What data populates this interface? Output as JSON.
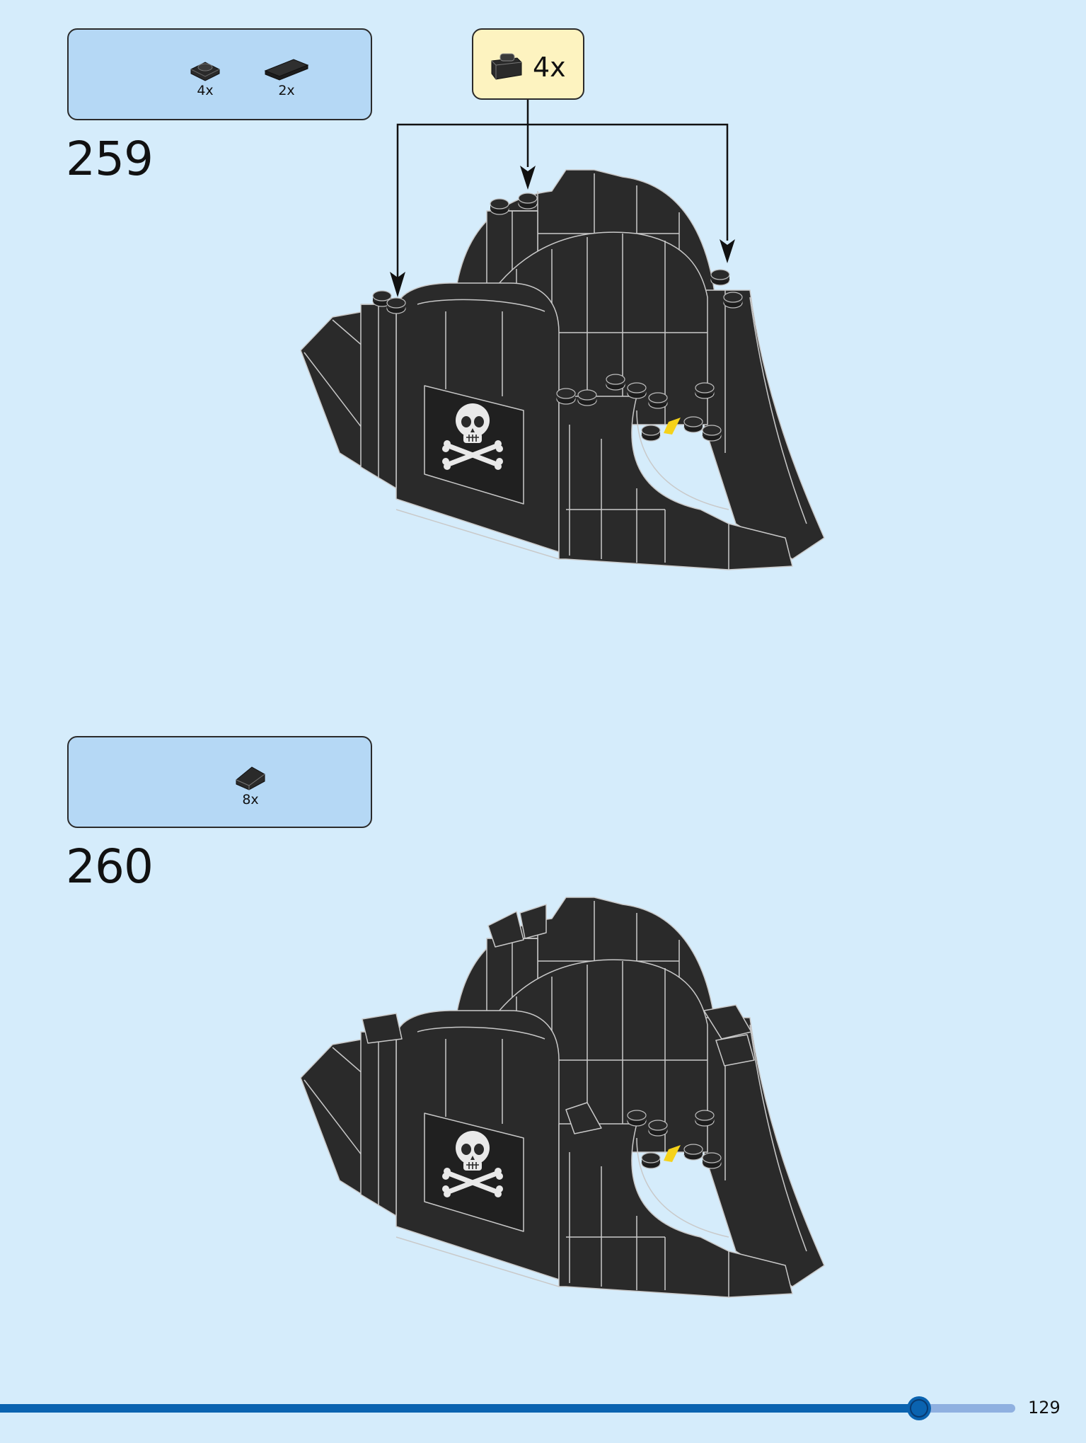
{
  "page": {
    "number": "129",
    "background": "#d5ecfb",
    "progress_fraction": 0.905
  },
  "steps": [
    {
      "number": "259",
      "parts": [
        {
          "icon": "round-plate-1x1-icon",
          "qty": "4x"
        },
        {
          "icon": "tile-1x2-icon",
          "qty": "2x"
        }
      ],
      "callout": {
        "icon": "plate-1x1-icon",
        "qty": "4x"
      }
    },
    {
      "number": "260",
      "parts": [
        {
          "icon": "slope-1x1-icon",
          "qty": "8x"
        }
      ]
    }
  ],
  "colors": {
    "part_box": "#b5d8f5",
    "callout_box": "#fdf3c0",
    "brick_black": "#2a2a2a",
    "progress_fill": "#0a63b0",
    "progress_track": "#8fb0e0",
    "accent_yellow": "#f5d21a"
  }
}
